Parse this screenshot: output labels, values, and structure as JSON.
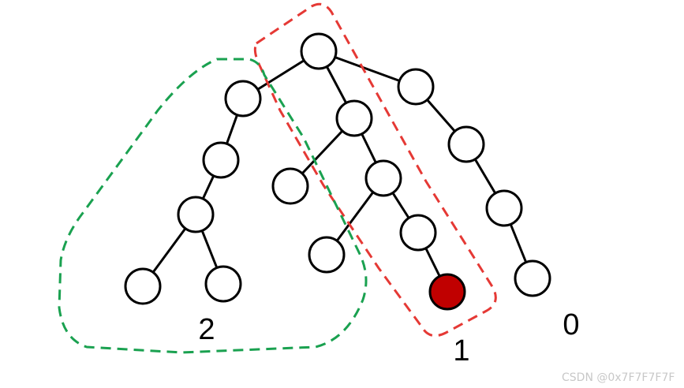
{
  "diagram": {
    "colors": {
      "edge": "#000000",
      "node_fill": "#ffffff",
      "node_stroke": "#000000",
      "highlight_fill": "#c00000",
      "group_1_outline": "#e53935",
      "group_2_outline": "#1aa150"
    },
    "nodes": [
      {
        "id": "root"
      },
      {
        "id": "a"
      },
      {
        "id": "b"
      },
      {
        "id": "c"
      },
      {
        "id": "d"
      },
      {
        "id": "e"
      },
      {
        "id": "f"
      },
      {
        "id": "g"
      },
      {
        "id": "h"
      },
      {
        "id": "i"
      },
      {
        "id": "j"
      },
      {
        "id": "k"
      },
      {
        "id": "l"
      },
      {
        "id": "m"
      },
      {
        "id": "n"
      },
      {
        "id": "o"
      },
      {
        "id": "target",
        "highlighted": true
      }
    ],
    "edges": [
      [
        "root",
        "a"
      ],
      [
        "root",
        "b"
      ],
      [
        "root",
        "h"
      ],
      [
        "a",
        "c"
      ],
      [
        "c",
        "d"
      ],
      [
        "d",
        "e"
      ],
      [
        "d",
        "f"
      ],
      [
        "b",
        "g"
      ],
      [
        "b",
        "i"
      ],
      [
        "i",
        "j"
      ],
      [
        "i",
        "k"
      ],
      [
        "k",
        "target"
      ],
      [
        "h",
        "l"
      ],
      [
        "l",
        "m"
      ],
      [
        "m",
        "n"
      ]
    ],
    "labels": {
      "group_2": "2",
      "group_1": "1",
      "group_0": "0"
    }
  },
  "watermark": "CSDN @0x7F7F7F7F"
}
